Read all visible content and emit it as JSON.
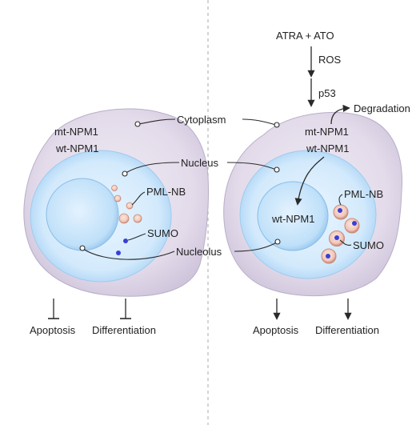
{
  "colors": {
    "cytoplasm_fill": "#e2dbe9",
    "cytoplasm_edge": "#b9aec8",
    "nucleus_fill": "#cfe7fb",
    "nucleolus_fill": "#b8dcf8",
    "pml_fill": "#f3cdbf",
    "pml_edge": "#c98a7a",
    "sumo_dot": "#3a3fd6",
    "divider": "#b8b8b8"
  },
  "left": {
    "mt_npm1": "mt-NPM1",
    "wt_npm1": "wt-NPM1",
    "pml_nb": "PML-NB",
    "sumo": "SUMO",
    "outcome_apoptosis": "Apoptosis",
    "outcome_differentiation": "Differentiation",
    "outcome_effect": "inhibited"
  },
  "center": {
    "cytoplasm": "Cytoplasm",
    "nucleus": "Nucleus",
    "nucleolus": "Nucleolus"
  },
  "right": {
    "treatment": "ATRA + ATO",
    "ros": "ROS",
    "p53": "p53",
    "degradation": "Degradation",
    "mt_npm1": "mt-NPM1",
    "wt_npm1": "wt-NPM1",
    "wt_npm1_nucleolus": "wt-NPM1",
    "pml_nb": "PML-NB",
    "sumo": "SUMO",
    "outcome_apoptosis": "Apoptosis",
    "outcome_differentiation": "Differentiation",
    "outcome_effect": "induced"
  }
}
